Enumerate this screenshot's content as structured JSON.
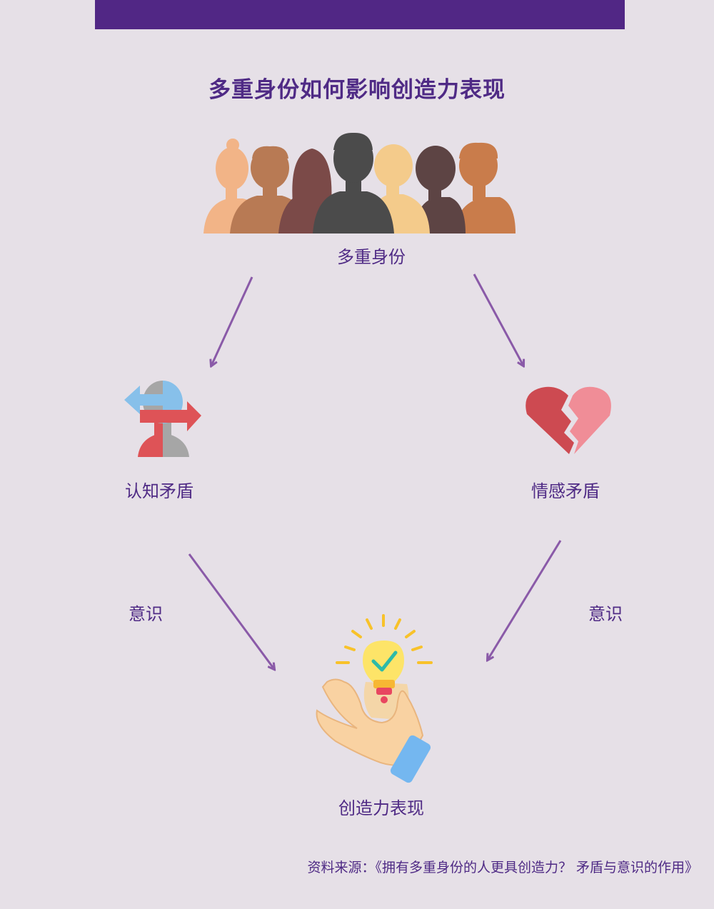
{
  "header": {
    "accent_color": "#512785"
  },
  "title": "多重身份如何影响创造力表现",
  "nodes": {
    "identity": "多重身份",
    "cognitive": "认知矛盾",
    "emotional": "情感矛盾",
    "creativity": "创造力表现"
  },
  "edges": {
    "awareness_left": "意识",
    "awareness_right": "意识"
  },
  "source": "资料来源：《拥有多重身份的人更具创造力？ 矛盾与意识的作用》",
  "colors": {
    "text": "#4f2a85",
    "arrow": "#8a5aa8",
    "background": "#e6e0e7"
  },
  "icons": [
    "people-group-icon",
    "conflicted-head-icon",
    "broken-heart-icon",
    "hand-lightbulb-icon"
  ]
}
